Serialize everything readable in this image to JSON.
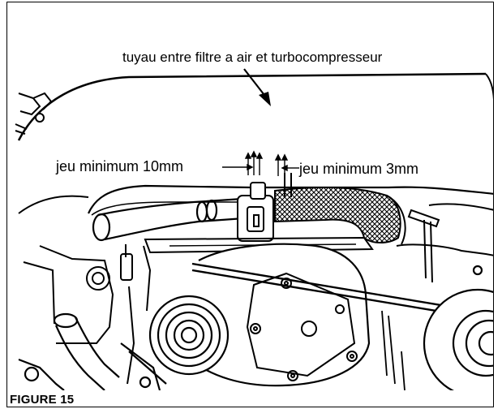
{
  "annotations": {
    "hose_label": "tuyau entre filtre a air et turbocompresseur",
    "clearance_left": "jeu minimum 10mm",
    "clearance_right": "jeu minimum 3mm"
  },
  "caption": "FIGURE 15"
}
